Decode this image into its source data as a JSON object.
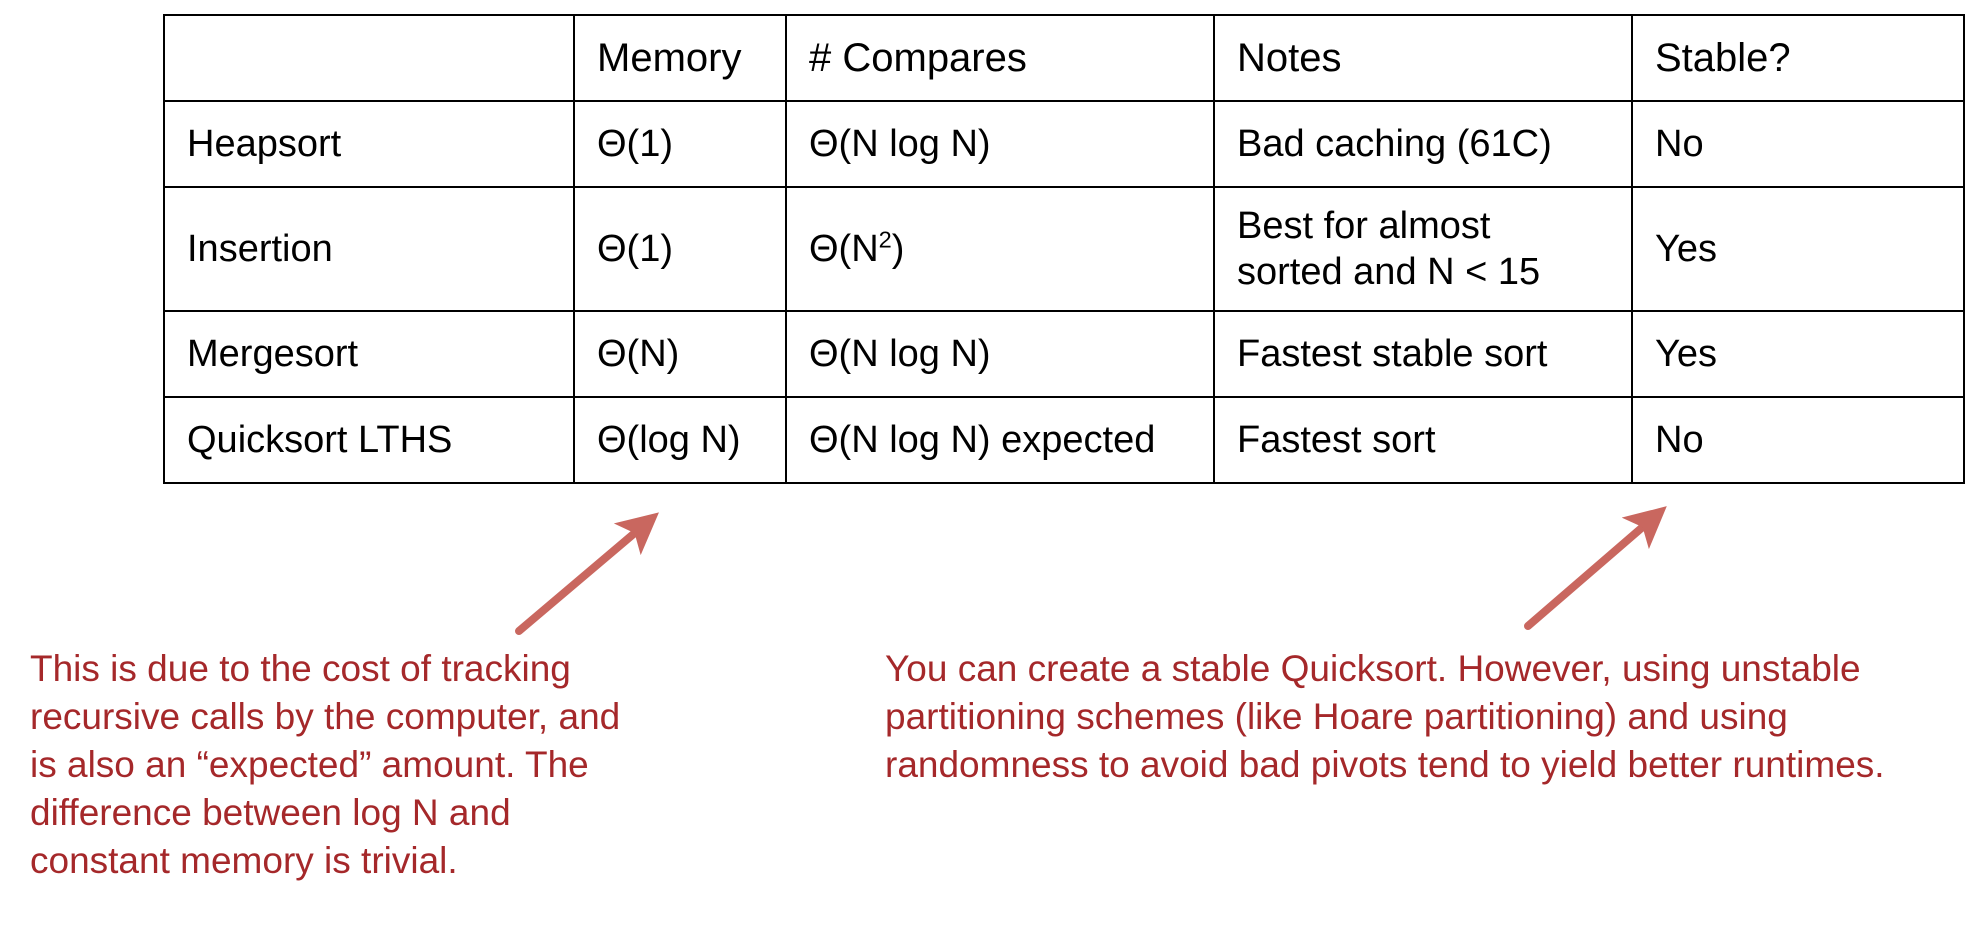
{
  "slide": {
    "background_color": "#FFFFFF",
    "annotation_text_color": "#A5282A",
    "arrow_color": "#C9675F",
    "table_border_color": "#000000"
  },
  "table": {
    "name": "sorting-algorithm-comparison",
    "columns": [
      "",
      "Memory",
      "# Compares",
      "Notes",
      "Stable?"
    ],
    "rows": [
      {
        "algorithm": "Heapsort",
        "memory": "Θ(1)",
        "compares": "Θ(N log N)",
        "compares_base": "Θ(N log N)",
        "compares_sup": "",
        "notes": "Bad caching (61C)",
        "stable": "No"
      },
      {
        "algorithm": "Insertion",
        "memory": "Θ(1)",
        "compares": "Θ(N²)",
        "compares_base": "Θ(N",
        "compares_sup": "2",
        "compares_tail": ")",
        "notes": "Best for almost\nsorted and N < 15",
        "stable": "Yes"
      },
      {
        "algorithm": "Mergesort",
        "memory": "Θ(N)",
        "compares": "Θ(N log N)",
        "compares_base": "Θ(N log N)",
        "compares_sup": "",
        "notes": "Fastest stable sort",
        "stable": "Yes"
      },
      {
        "algorithm": "Quicksort LTHS",
        "memory": "Θ(log N)",
        "compares": "Θ(N log N) expected",
        "compares_base": "Θ(N log N) expected",
        "compares_sup": "",
        "notes": "Fastest sort",
        "stable": "No"
      }
    ]
  },
  "annotations": {
    "memory_note": {
      "text": "This is due to the cost of tracking recursive calls by the computer, and is also an “expected” amount. The difference between log N and constant memory is trivial.",
      "points_to": "Quicksort LTHS memory cell"
    },
    "stable_note": {
      "text": "You can create a stable Quicksort. However, using unstable partitioning schemes (like Hoare partitioning) and using randomness to avoid bad pivots tend to yield better runtimes.",
      "points_to": "Quicksort LTHS stable cell"
    }
  }
}
